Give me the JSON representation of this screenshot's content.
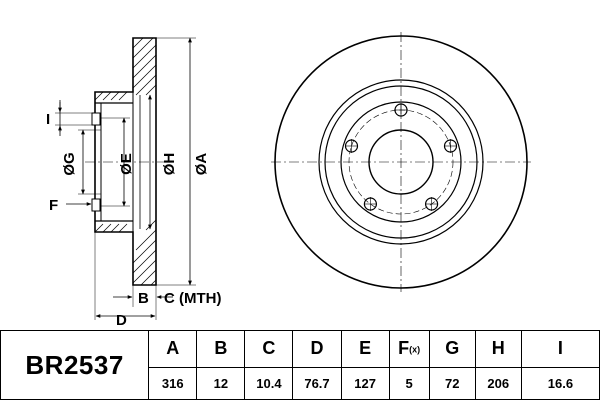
{
  "part_number": "BR2537",
  "labels": {
    "A": "ØA",
    "H": "ØH",
    "E": "ØE",
    "G": "ØG",
    "I": "I",
    "F": "F",
    "B": "B",
    "C": "C (MTH)",
    "D": "D"
  },
  "spec_table": {
    "headers": [
      "A",
      "B",
      "C",
      "D",
      "E",
      "F",
      "G",
      "H",
      "I"
    ],
    "header_suffix_F": "(x)",
    "values": [
      "316",
      "12",
      "10.4",
      "76.7",
      "127",
      "5",
      "72",
      "206",
      "16.6"
    ]
  }
}
